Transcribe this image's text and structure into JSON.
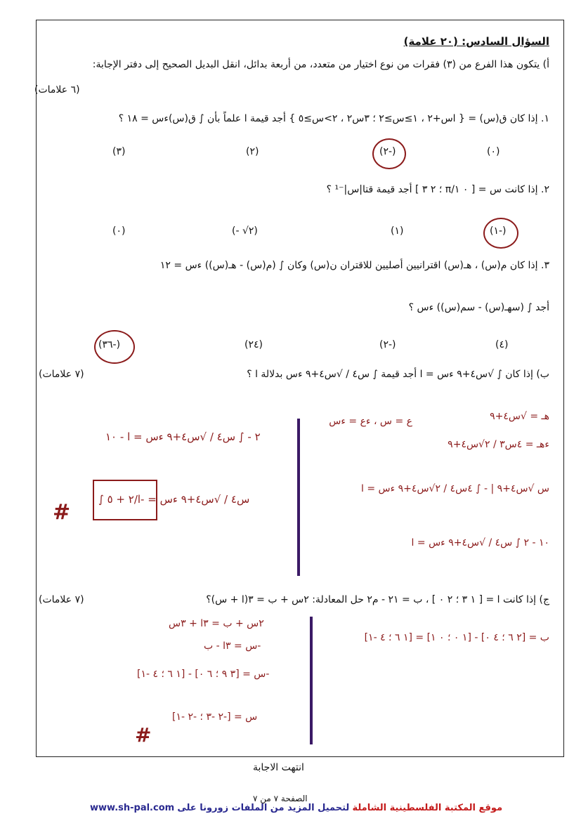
{
  "question": {
    "title": "السؤال السادس: (٢٠ علامة)",
    "part_a_intro": "أ) يتكون هذا الفرع من (٣) فقرات من نوع اختيار من متعدد، من أربعة بدائل، انقل البديل الصحيح إلى دفتر الإجابة:",
    "part_a_marks": "(٦ علامات)",
    "q1": {
      "text": "١. إذا كان ق(س) = { اس+٢ ، ١≥س≥٢ ؛ ٣س٢ ، ٢>س≥٥ } أجد قيمة ا علماً بأن ∫ ق(س)ءس = ١٨ ؟",
      "options": [
        "(٠)",
        "(٢-)",
        "(٢)",
        "(٣)"
      ]
    },
    "q2": {
      "text": "٢. إذا كانت س = [ ٠ ١/π ؛ ٢ ٣ ] أجد قيمة قتا|س|⁻¹ ؟",
      "options": [
        "(١-)",
        "(١)",
        "(- √٢)",
        "(٠)"
      ]
    },
    "q3": {
      "text": "٣. إذا كان م(س) ، هـ(س) اقترانيين أصليين للاقتران ن(س) وكان ∫ (م(س) - هـ(س)) ءس = ١٢",
      "text2": "أجد ∫ (سهـ(س) - سم(س)) ءس ؟",
      "options": [
        "(٤)",
        "(٢-)",
        "(٢٤)",
        "(٣٦-)"
      ]
    },
    "part_b": "ب) إذا كان ∫ √س٤+٩ ءس = ا أجد قيمة ∫ س٤ / √س٤+٩ ءس بدلالة ا ؟",
    "part_b_marks": "(٧ علامات)",
    "part_c": "ج) إذا كانت ا = [ ١ ٣ ؛ ٢ ٠ ] ، ب = ٢١ - م٢ حل المعادلة: ٢س + ب = ٣(ا + س)؟",
    "part_c_marks": "(٧ علامات)"
  },
  "handwriting": {
    "b_left_1": "٢ - ∫ س٤ / √س٤+٩ ءس = ا - ١٠",
    "b_left_2": "∫ س٤ / √س٤+٩ ءس = -ا/٢ + ٥",
    "b_hash": "#",
    "b_right_1": "هـ = √س٤+٩",
    "b_right_2": "ءهـ = ٤س٣ / ٢√س٤+٩",
    "b_right_3": "ع = س ، ءع = ءس",
    "b_right_4": "س √س٤+٩ | - ∫ ٤س٤ / ٢√س٤+٩ ءس = ا",
    "b_right_5": "١٠ - ٢ ∫ س٤ / √س٤+٩ ءس = ا",
    "c_left_1": "٢س + ب = ٣ا + ٣س",
    "c_left_2": "-س = ٣ا - ب",
    "c_left_3": "-س = [٣ ٩ ؛ ٦ ٠] - [١ ٦ ؛ ٤ -١]",
    "c_left_4": "س = [-٢ -٣ ؛ -٢ -١]",
    "c_hash": "#",
    "c_right": "ب = [٢ ٦ ؛ ٤ ٠] - [١ ٠ ؛ ٠ ١] = [١ ٦ ؛ ٤ -١]"
  },
  "end_text": "انتهت الاجابة",
  "page_number": "الصفحة ٧ من ٧",
  "footer": {
    "prefix": "لتحميل المزيد من الملفات زورونا على",
    "site_name": "موقع المكتبة الفلسطينية الشاملة",
    "url": "www.sh-pal.com"
  }
}
